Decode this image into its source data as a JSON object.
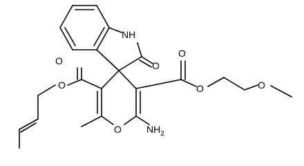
{
  "atoms": {
    "nh": "NH",
    "lactam_o": "O",
    "ester_left_carbonyl_o": "O",
    "ester_left_ether_o": "O",
    "ester_right_carbonyl_o": "O",
    "ester_right_ether_o": "O",
    "methoxy_o": "O",
    "ring_o": "O",
    "amine": "NH2"
  },
  "colors": {
    "bond": "#000000",
    "text": "#000000",
    "background": "#ffffff"
  }
}
